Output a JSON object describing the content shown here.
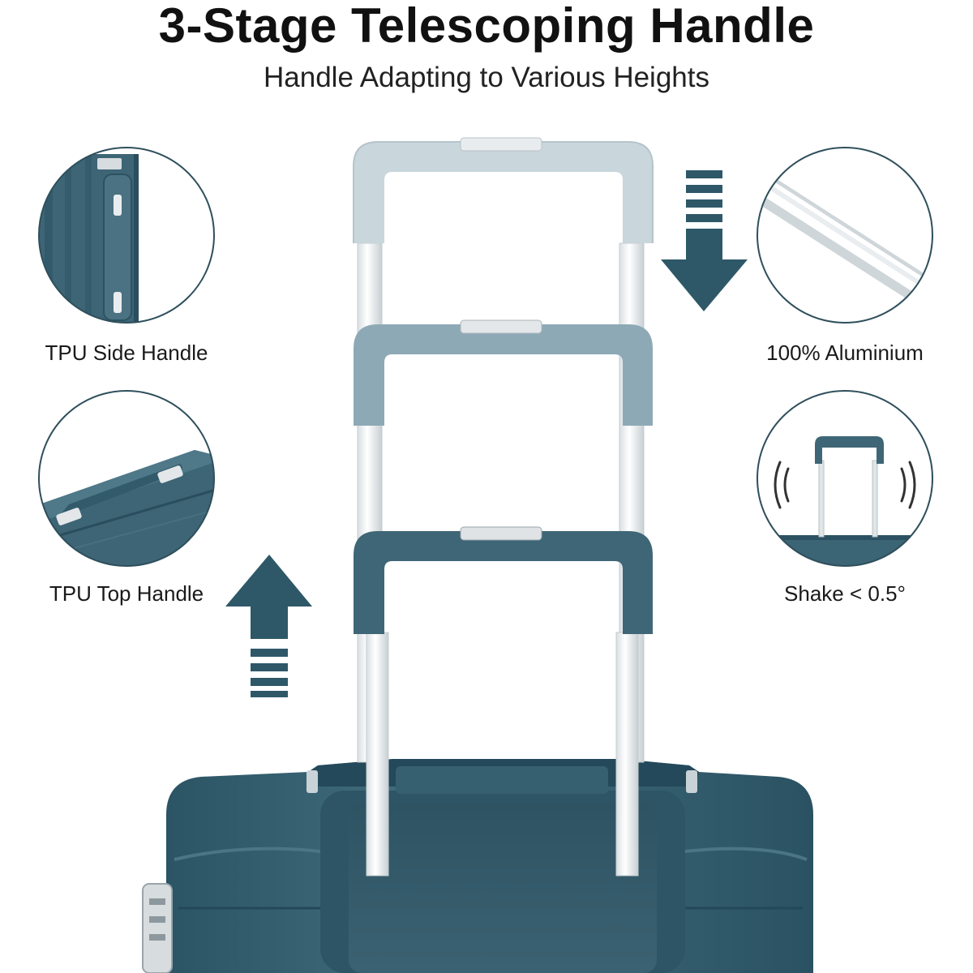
{
  "header": {
    "title": "3-Stage Telescoping Handle",
    "subtitle": "Handle Adapting to Various Heights"
  },
  "features": {
    "side_handle": "TPU Side Handle",
    "top_handle": "TPU Top Handle",
    "aluminium": "100% Aluminium",
    "shake": "Shake < 0.5°"
  },
  "colors": {
    "brand_teal": "#2e5868",
    "handle_light": "#c9d6dc",
    "handle_mid": "#8ea9b6",
    "handle_dark": "#3f6676",
    "rod": "#f2f4f5",
    "circle_stroke": "#2f4f5c"
  },
  "icons": {
    "down_arrow": "arrow-down-icon",
    "up_arrow": "arrow-up-icon",
    "vibration": "vibration-icon"
  }
}
